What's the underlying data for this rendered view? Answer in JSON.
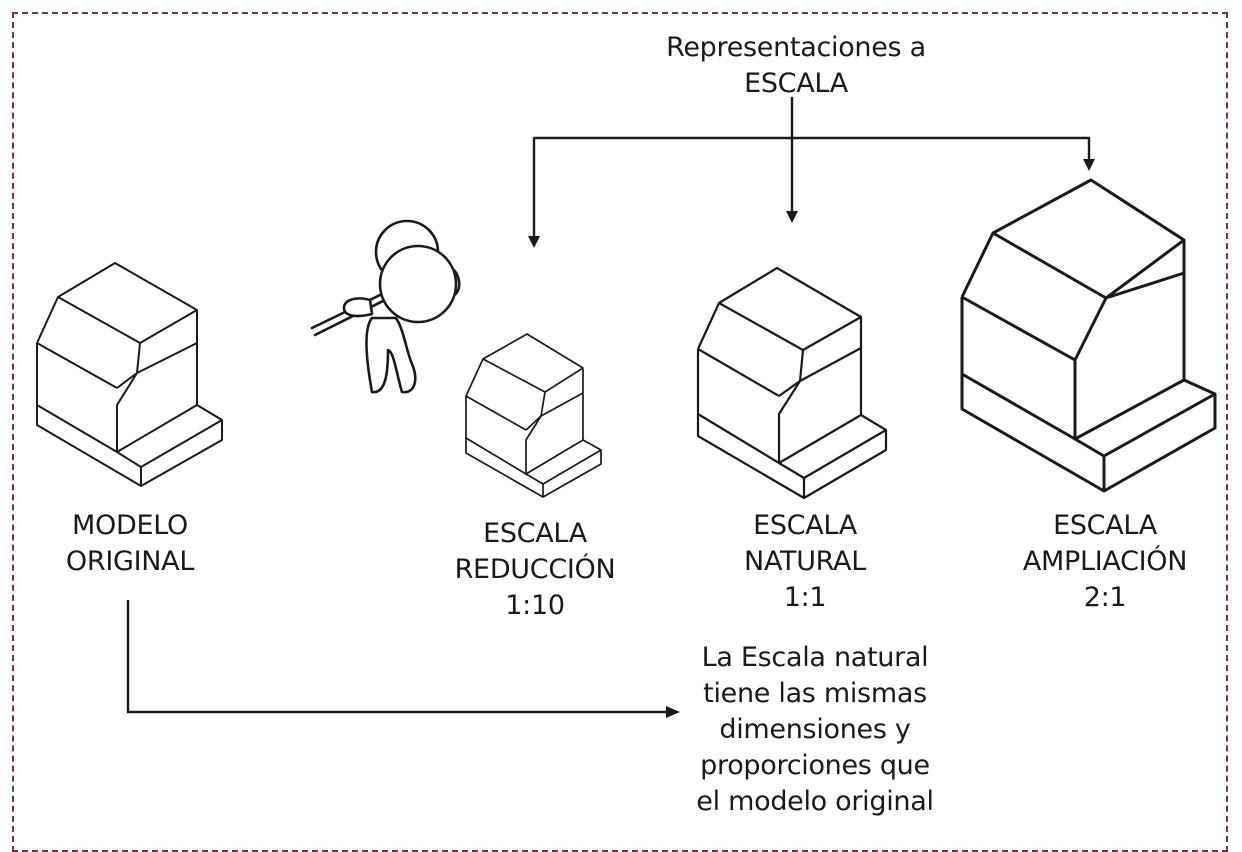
{
  "frame_color": "#7a3346",
  "line_color": "#1a1a1a",
  "title": [
    "Representaciones a",
    "ESCALA"
  ],
  "labels": {
    "original": [
      "MODELO",
      "ORIGINAL"
    ],
    "reduction": [
      "ESCALA",
      "REDUCCIÓN",
      "1:10"
    ],
    "natural": [
      "ESCALA",
      "NATURAL",
      "1:1"
    ],
    "enlargement": [
      "ESCALA",
      "AMPLIACIÓN",
      "2:1"
    ]
  },
  "note": [
    "La Escala natural",
    "tiene las mismas",
    "dimensiones y",
    "proporciones que",
    "el modelo original"
  ],
  "icons": [
    "magnifying-glass-figure-icon"
  ]
}
